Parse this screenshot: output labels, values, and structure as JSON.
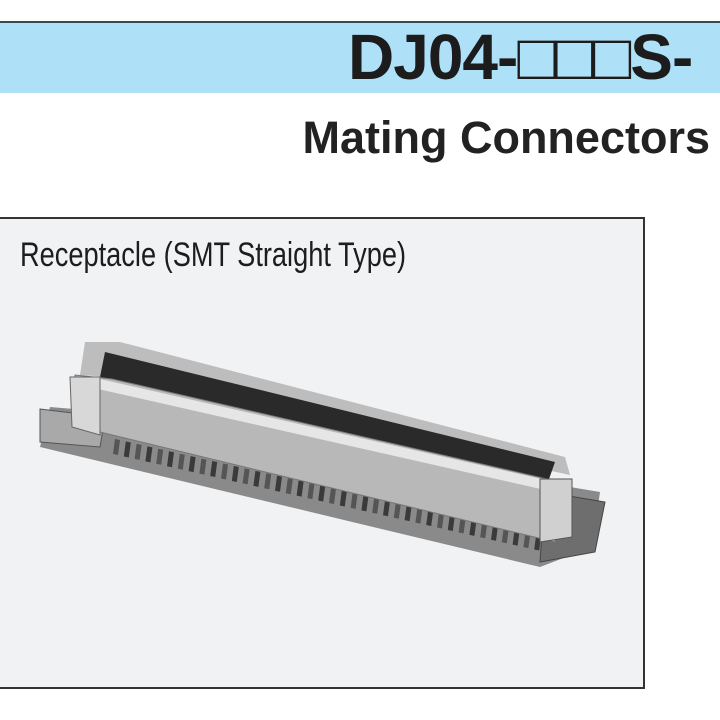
{
  "header": {
    "series_title": "DJ04-□□□S-",
    "background_color": "#aee0f8"
  },
  "section": {
    "title": "Mating Connectors"
  },
  "figure": {
    "caption": "Receptacle (SMT Straight Type)",
    "image": "receptacle-connector-photo",
    "background_color": "#f1f2f4"
  }
}
